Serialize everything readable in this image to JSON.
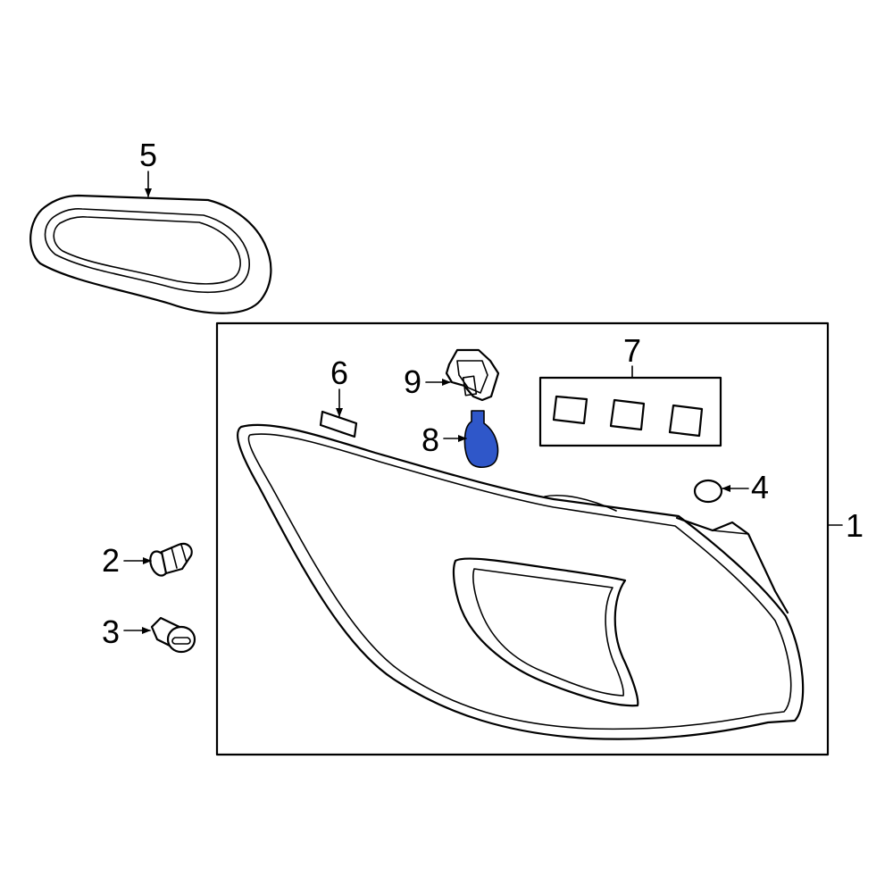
{
  "callouts": {
    "part_1": "1",
    "part_2": "2",
    "part_3": "3",
    "part_4": "4",
    "part_5": "5",
    "part_6": "6",
    "part_7": "7",
    "part_8": "8",
    "part_9": "9"
  },
  "colors": {
    "highlight": "#2f57c9",
    "line": "#000000",
    "background": "#ffffff"
  }
}
